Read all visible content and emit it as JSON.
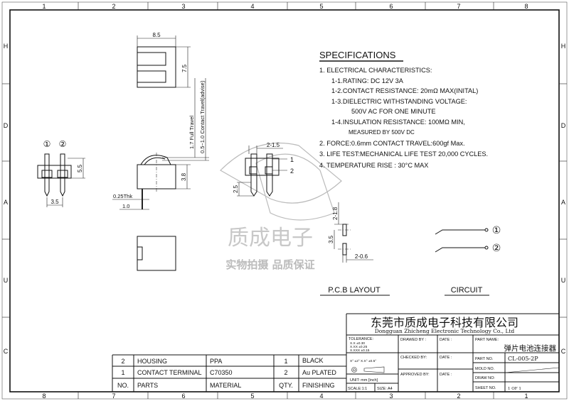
{
  "frame": {
    "columns_top": [
      "1",
      "2",
      "3",
      "4",
      "5",
      "6",
      "7",
      "8"
    ],
    "columns_bottom": [
      "8",
      "7",
      "6",
      "5",
      "4",
      "3",
      "2",
      "1"
    ],
    "rows": [
      "H",
      "D",
      "A",
      "U",
      "C"
    ]
  },
  "views": {
    "top_width": "8.5",
    "top_height": "7.5",
    "full_travel": "1.7 Full Travel",
    "contact_travel": "0.5~1.0 Contact Travel(advise)",
    "side_height": "3.8",
    "thickness": "0.25Thk",
    "lead_width": "1.0",
    "front_pin1": "①",
    "front_pin2": "②",
    "front_height": "5.5",
    "front_pitch": "3.5",
    "iso_pitch": "2-1.5",
    "iso_label1": "1",
    "iso_label2": "2",
    "iso_height": "2.5",
    "pcb_hole_len": "2-1.8",
    "pcb_pitch": "3.5",
    "pcb_width": "2-0.6",
    "pcb_title": "P.C.B  LAYOUT",
    "circuit_title": "CIRCUIT",
    "circuit_pin1": "①",
    "circuit_pin2": "②"
  },
  "watermark": {
    "line1": "质成电子",
    "line2": "实物拍摄 品质保证"
  },
  "specifications": {
    "title": "SPECIFICATIONS",
    "lines": [
      "1. ELECTRICAL CHARACTERISTICS:",
      "1-1.RATING: DC 12V 3A",
      "1-2.CONTACT RESISTANCE: 20mΩ MAX(INITAL)",
      "1-3.DIELECTRIC WITHSTANDING VOLTAGE:",
      "500V AC FOR ONE MINUTE",
      "1-4.INSULATION RESISTANCE: 100MΩ MIN,",
      "MEASURED BY 500V DC",
      "2. FORCE:0.6mm CONTACT TRAVEL:600gf Max.",
      "3. LIFE TEST:MECHANICAL LIFE TEST 20,000 CYCLES.",
      "4. TEMPERATURE RISE : 30°C MAX"
    ]
  },
  "bom": {
    "rows": [
      {
        "no": "2",
        "part": "HOUSING",
        "material": "PPA",
        "qty": "1",
        "finishing": "BLACK"
      },
      {
        "no": "1",
        "part": "CONTACT TERMINAL",
        "material": "C70350",
        "qty": "2",
        "finishing": "Au PLATED"
      }
    ],
    "headers": {
      "no": "NO.",
      "part": "PARTS",
      "material": "MATERIAL",
      "qty": "QTY.",
      "finishing": "FINISHING"
    }
  },
  "title_block": {
    "company_cn": "东莞市质成电子科技有限公司",
    "company_en": "Dongguan Zhicheng Electronic Technology Co., Ltd",
    "tolerance_label": "TOLERANCE:",
    "tol1": "X.X    ±0.30",
    "tol2": "X.XX   ±0.25",
    "tol3": "X.XXX  ±0.15",
    "tol4": "X° ±2°   X.X° ±0.5°",
    "unit": "UNIT: mm [inch]",
    "scale": "SCALE:1:1",
    "size": "SIZE: A4",
    "drawed_by": "DRAWED BY :",
    "checked_by": "CHECKED BY:",
    "approved_by": "APPROVED BY:",
    "date": "DATE :",
    "part_name_label": "PART NAME:",
    "part_name": "弹片电池连接器",
    "part_no_label": "PART NO.",
    "part_no": "CL-005-2P",
    "mold_no_label": "MOLD NO.",
    "draw_no_label": "DRAW NO:",
    "sheet_no_label": "SHEET NO.",
    "sheet_no": "1 OF 1"
  }
}
